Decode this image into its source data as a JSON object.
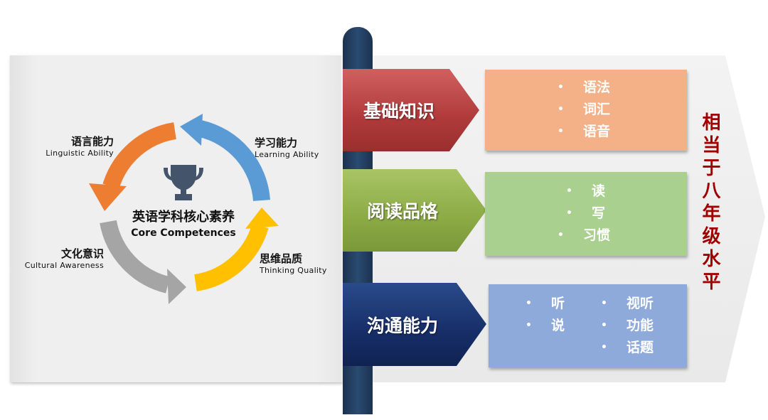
{
  "cycle": {
    "center_cn": "英语学科核心素养",
    "center_en": "Core Competences",
    "center_icon": "trophy-icon",
    "items": [
      {
        "cn": "语言能力",
        "en": "Linguistic  Ability",
        "color": "#ed7d31"
      },
      {
        "cn": "学习能力",
        "en": "Learning Ability",
        "color": "#5b9bd5"
      },
      {
        "cn": "思维品质",
        "en": "Thinking Quality",
        "color": "#ffc000"
      },
      {
        "cn": "文化意识",
        "en": "Cultural Awareness",
        "color": "#a5a5a5"
      }
    ]
  },
  "categories": [
    {
      "label": "基础知识",
      "items": [
        "语法",
        "词汇",
        "语音"
      ]
    },
    {
      "label": "阅读品格",
      "items": [
        "读",
        "写",
        "习惯"
      ]
    },
    {
      "label": "沟通能力",
      "items_left": [
        "听",
        "说"
      ],
      "items_right": [
        "视听",
        "功能",
        "话题"
      ]
    }
  ],
  "bullet": "•",
  "level_text": "相当于八年级水平"
}
